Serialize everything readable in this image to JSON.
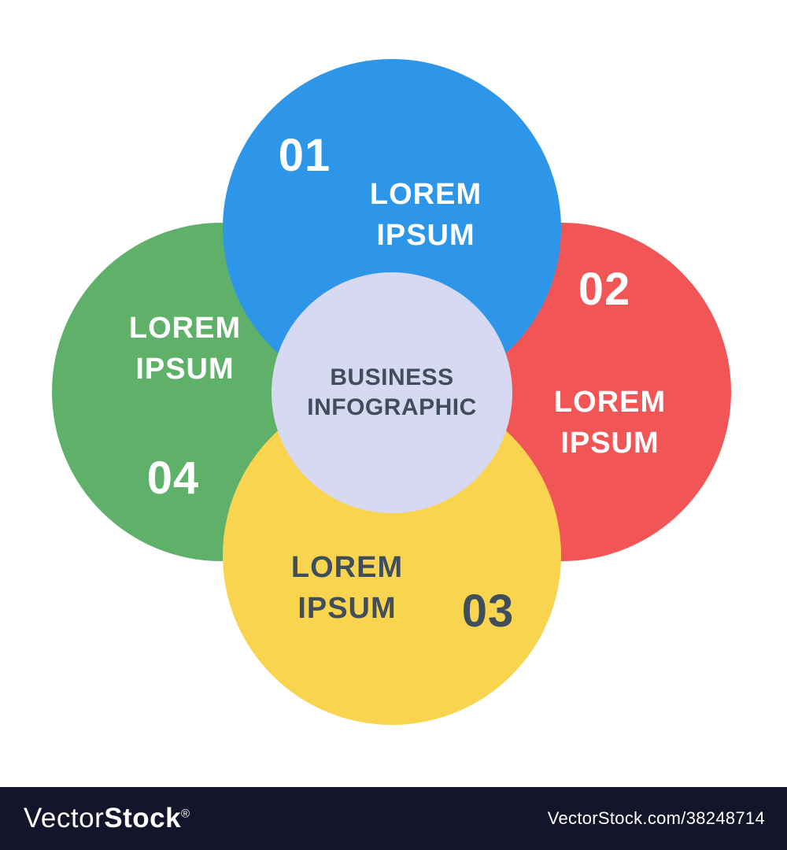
{
  "center": {
    "lines": [
      "BUSINESS",
      "INFOGRAPHIC"
    ],
    "bg_color": "#D7D9F2",
    "text_color": "#404E5C"
  },
  "steps": [
    {
      "number": "01",
      "lines": [
        "LOREM",
        "IPSUM"
      ],
      "color": "#2D96E8",
      "text_color": "#FFFFFF",
      "position": "top"
    },
    {
      "number": "02",
      "lines": [
        "LOREM",
        "IPSUM"
      ],
      "color": "#F15555",
      "text_color": "#FFFFFF",
      "position": "right"
    },
    {
      "number": "03",
      "lines": [
        "LOREM",
        "IPSUM"
      ],
      "color": "#F9D44F",
      "text_color": "#404E5C",
      "position": "bottom"
    },
    {
      "number": "04",
      "lines": [
        "LOREM",
        "IPSUM"
      ],
      "color": "#5FB16A",
      "text_color": "#FFFFFF",
      "position": "left"
    }
  ],
  "watermark": {
    "bar_color": "#14142B",
    "logo_light": "Vector",
    "logo_bold": "Stock",
    "registered": "®",
    "url": "VectorStock.com/38248714"
  }
}
